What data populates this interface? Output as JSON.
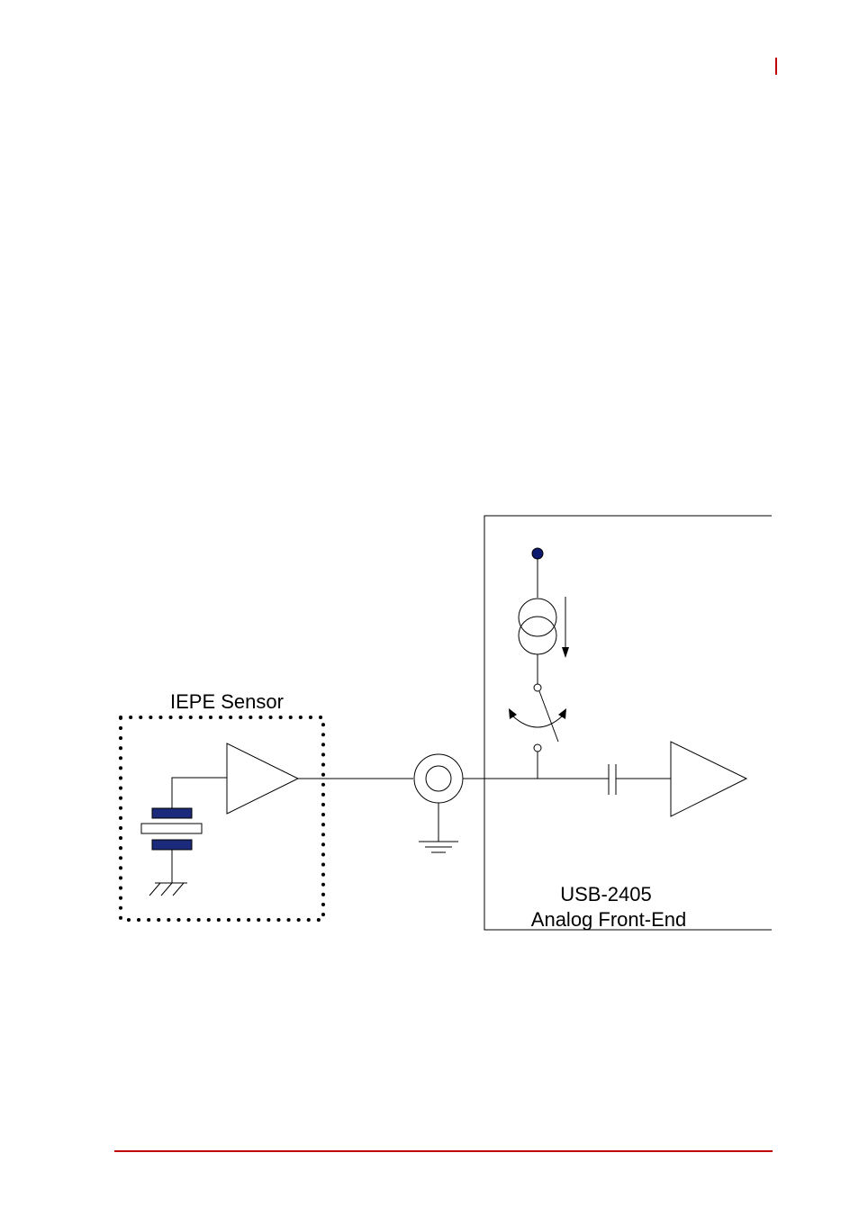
{
  "colors": {
    "accent": "#c00000",
    "line": "#000000",
    "component_fill": "#1b2a7a",
    "source_dot": "#0d1a6e"
  },
  "diagram": {
    "sensor_label": "IEPE Sensor",
    "frontend_label_line1": "USB-2405",
    "frontend_label_line2": "Analog Front-End"
  }
}
